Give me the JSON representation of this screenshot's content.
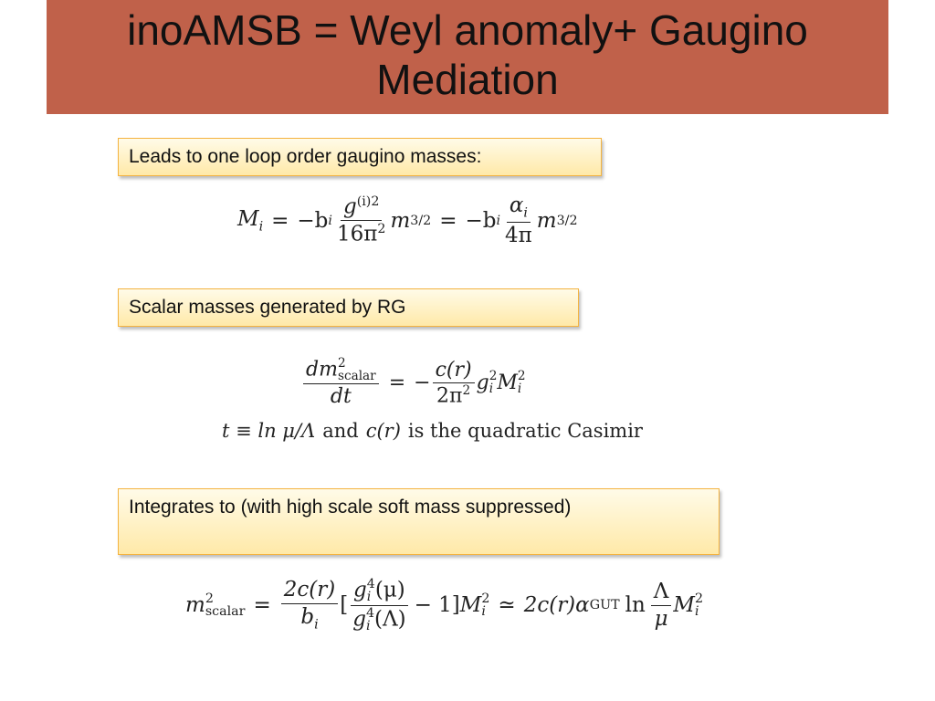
{
  "slide": {
    "title": "inoAMSB = Weyl anomaly+ Gaugino Mediation",
    "callouts": [
      "Leads to one loop order gaugino masses:",
      "Scalar masses generated by RG",
      "Integrates to (with high scale soft mass suppressed)"
    ],
    "equations": {
      "gaugino_mass": {
        "lhs": "M",
        "lhs_sub": "i",
        "coef": "−b",
        "coef_sub": "i",
        "frac1_num": "g",
        "frac1_num_sup": "(i)2",
        "frac1_den": "16π",
        "frac1_den_sup": "2",
        "mass": "m",
        "mass_sub": "3/2",
        "frac2_num": "α",
        "frac2_num_sub": "i",
        "frac2_den": "4π"
      },
      "scalar_rg": {
        "lhs_num": "dm",
        "lhs_num_sup": "2",
        "lhs_num_sub": "scalar",
        "lhs_den": "dt",
        "rhs_num": "c(r)",
        "rhs_den": "2π",
        "rhs_den_sup": "2",
        "g": "g",
        "g_sub": "i",
        "g_sup": "2",
        "M": "M",
        "M_sub": "i",
        "M_sup": "2"
      },
      "definition": {
        "t_def": "t ≡ ln μ/Λ",
        "and": "and",
        "cr": "c(r)",
        "rest": "is the quadratic Casimir"
      },
      "integrated": {
        "lhs": "m",
        "lhs_sup": "2",
        "lhs_sub": "scalar",
        "frac1_num": "2c(r)",
        "frac1_den": "b",
        "frac1_den_sub": "i",
        "frac2_num": "g",
        "frac2_num_sup": "4",
        "frac2_num_sub": "i",
        "frac2_num_arg": "(μ)",
        "frac2_den": "g",
        "frac2_den_sup": "4",
        "frac2_den_sub": "i",
        "frac2_den_arg": "(Λ)",
        "bracket_tail": "− 1]",
        "M": "M",
        "M_sub": "i",
        "M_sup": "2",
        "approx": "≃",
        "rhs_coef": "2c(r)α",
        "rhs_coef_sub": "GUT",
        "ln": "ln",
        "frac3_num": "Λ",
        "frac3_den": "μ"
      }
    }
  }
}
